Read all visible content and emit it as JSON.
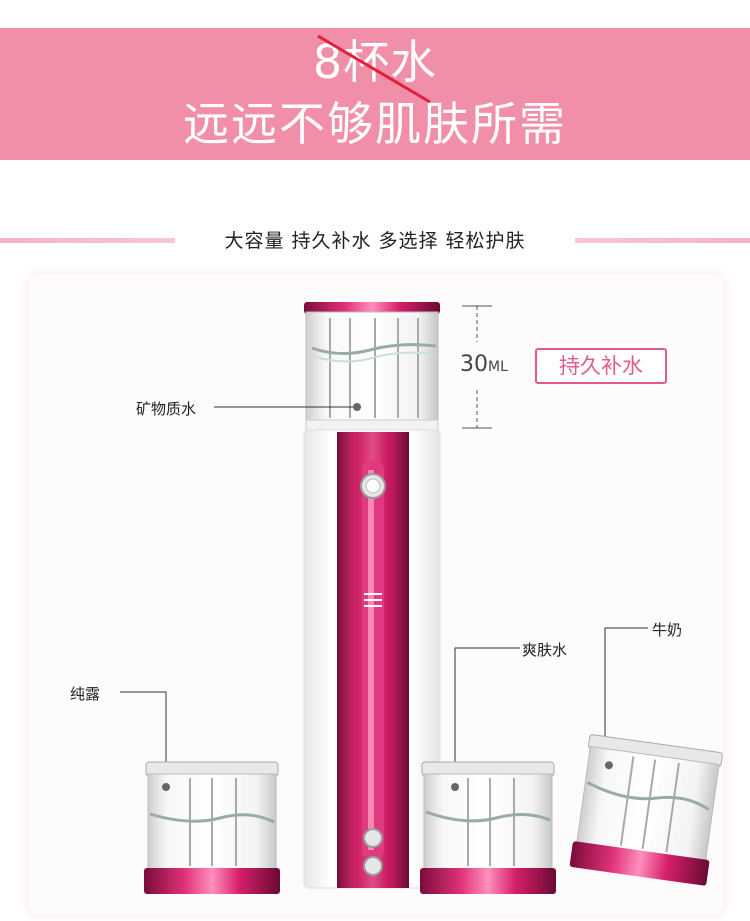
{
  "banner": {
    "line1": "8杯水",
    "line2": "远远不够肌肤所需",
    "bg_color": "#f28fa8"
  },
  "tagline": "大容量 持久补水 多选择 轻松护肤",
  "capacity": {
    "value": "30",
    "unit": "ML",
    "badge": "持久补水"
  },
  "labels": {
    "mineral": "矿物质水",
    "pure_dew": "纯露",
    "toner": "爽肤水",
    "milk": "牛奶"
  },
  "colors": {
    "accent": "#c2185b",
    "badge": "#e25b8b"
  }
}
